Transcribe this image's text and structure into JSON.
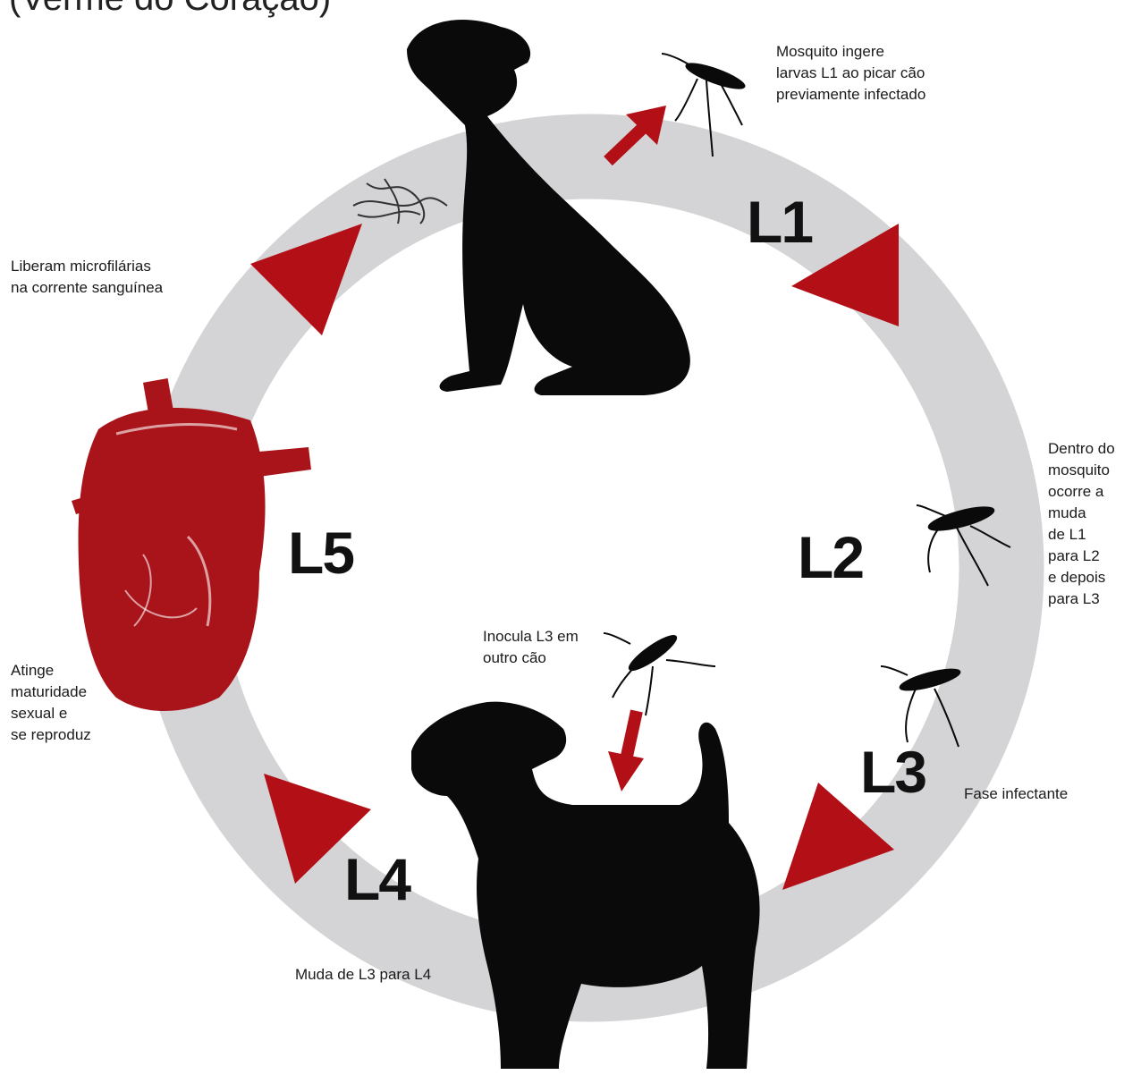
{
  "title": "(Verme do Coração)",
  "stages": {
    "l1": "L1",
    "l2": "L2",
    "l3": "L3",
    "l4": "L4",
    "l5": "L5"
  },
  "notes": {
    "mosquito_ingests": "Mosquito ingere\nlarvas L1 ao picar cão\npreviamente infectado",
    "inside_mosquito": "Dentro do\nmosquito\nocorre a\nmuda\nde L1\npara L2\ne depois\npara L3",
    "infective_phase": "Fase infectante",
    "inoculates": "Inocula L3 em\noutro cão",
    "molt_l3_l4": "Muda de L3 para L4",
    "sexual_maturity": "Atinge\nmaturidade\nsexual e\nse reproduz",
    "release_microfilariae": "Liberam microfilárias\nna corrente sanguínea"
  },
  "colors": {
    "ring": "#d4d4d6",
    "arrow": "#b30f16",
    "heart": "#a8141a",
    "silhouette": "#0a0a0a"
  },
  "icons": [
    "dog-silhouette-icon",
    "terrier-silhouette-icon",
    "mosquito-icon",
    "heart-icon",
    "worm-icon",
    "arrow-icon"
  ]
}
